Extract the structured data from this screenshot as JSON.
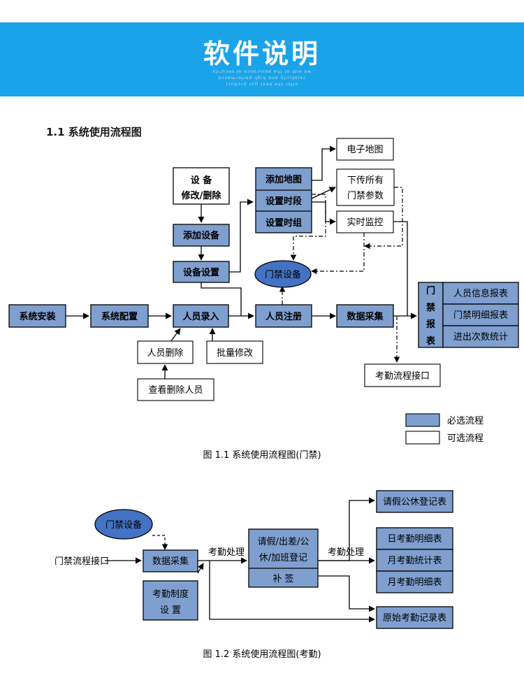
{
  "header": {
    "title": "软件说明",
    "deco_lines": [
      "ʎʇıɹnɔǝs ɟo ǝɔuɐɹnssɐ ǝɥʇ ʇɐ ɯıɐ ǝʍ",
      "ǝɔuɐɯɹoɟɹǝd ɥɓıɥ puɐ ʎʇılıqɐlǝɹ",
      "ʇɔnpoɹd ɹnO ʇsǝq ǝɥʇ ɹǝɟɟo"
    ]
  },
  "section": {
    "title": "1.1  系统使用流程图"
  },
  "diagram1": {
    "caption": "图 1.1  系统使用流程图(门禁)",
    "nodes": {
      "system_install": "系统安装",
      "system_config": "系统配置",
      "person_entry": "人员录入",
      "person_register": "人员注册",
      "data_collect": "数据采集",
      "device_line1": "设    备",
      "device_line2": "修改/删除",
      "add_device": "添加设备",
      "device_setup": "设备设置",
      "add_map": "添加地图",
      "set_period": "设置时段",
      "set_group": "设置时组",
      "emap": "电子地图",
      "download_line1": "下传所有",
      "download_line2": "门禁参数",
      "realtime": "实时监控",
      "access_device": "门禁设备",
      "person_delete": "人员删除",
      "batch_edit": "批量修改",
      "view_deleted": "查看删除人员",
      "attendance_interface": "考勤流程接口",
      "report_chars": [
        "门",
        "禁",
        "报",
        "表"
      ],
      "report_items": [
        "人员信息报表",
        "门禁明细报表",
        "进出次数统计"
      ]
    },
    "legend": {
      "required": "必选流程",
      "optional": "可选流程"
    }
  },
  "diagram2": {
    "caption": "图 1.2  系统使用流程图(考勤)",
    "nodes": {
      "access_device": "门禁设备",
      "access_interface": "门禁流程接口",
      "data_collect": "数据采集",
      "rule_line1": "考勤制度",
      "rule_line2": "设  置",
      "leave_line1": "请假/出差/公",
      "leave_line2": "休/加班登记",
      "supplement": "补    签",
      "process_label_1": "考勤处理",
      "process_label_2": "考勤处理",
      "leave_report": "请假公休登记表",
      "daily_detail": "日考勤明细表",
      "monthly_stats": "月考勤统计表",
      "monthly_detail": "月考勤明细表",
      "raw_records": "原始考勤记录表"
    }
  },
  "colors": {
    "banner": "#1aa3e8",
    "required_fill": "#7f9fcf",
    "optional_fill": "#ffffff",
    "ellipse_fill": "#4472c4",
    "line": "#000000"
  }
}
